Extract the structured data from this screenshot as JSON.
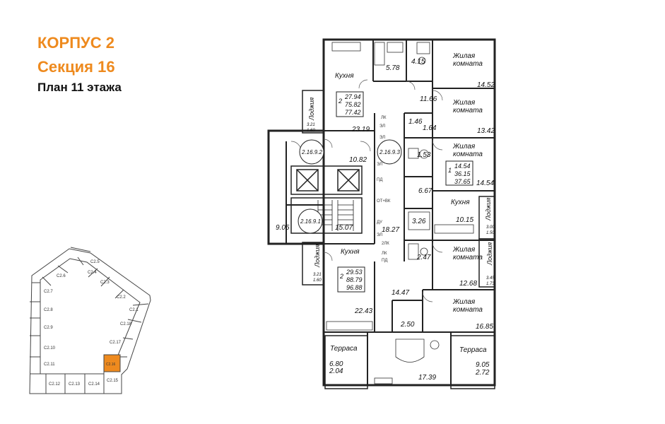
{
  "header": {
    "building": "КОРПУС 2",
    "section": "Секция 16",
    "plan": "План 11 этажа",
    "accent_color": "#ee8a1e"
  },
  "rooms": {
    "kitchen_top": "Кухня",
    "area_23_19": "23.19",
    "area_5_78": "5.78",
    "area_4_15": "4.15",
    "living_1": "Жилая комната",
    "area_14_52": "14.52",
    "area_11_66": "11.66",
    "living_2": "Жилая комната",
    "area_1_46": "1.46",
    "area_1_64": "1.64",
    "area_13_42": "13.42",
    "living_3": "Жилая комната",
    "area_1_53": "1.53",
    "area_14_54": "14.54",
    "area_6_67": "6.67",
    "kitchen_mid": "Кухня",
    "area_10_15": "10.15",
    "area_3_26": "3.26",
    "area_10_82": "10.82",
    "area_9_05_left": "9.05",
    "area_15_07": "15.07",
    "area_18_27": "18.27",
    "living_4": "Жилая комната",
    "area_2_47": "2.47",
    "area_12_68": "12.68",
    "kitchen_low": "Кухня",
    "area_22_43": "22.43",
    "area_14_47": "14.47",
    "area_2_50": "2.50",
    "living_5": "Жилая комната",
    "area_16_85": "16.85",
    "terrace_left": "Терраса",
    "terrace_left_a": "6.80",
    "terrace_left_b": "2.04",
    "area_17_39": "17.39",
    "terrace_right": "Терраса",
    "terrace_right_a": "9.05",
    "terrace_right_b": "2.72"
  },
  "loggias": {
    "label": "Лоджия",
    "l1_a": "3.21",
    "l1_b": "1.60",
    "l2_a": "3.00",
    "l2_b": "1.50",
    "l3_a": "3.21",
    "l3_b": "1.60",
    "l4_a": "3.45",
    "l4_b": "1.73"
  },
  "apartments": {
    "a1": {
      "rooms": "2",
      "v1": "27.94",
      "v2": "75.82",
      "v3": "77.42"
    },
    "a2": {
      "rooms": "1",
      "v1": "14.54",
      "v2": "36.15",
      "v3": "37.65"
    },
    "a3": {
      "rooms": "2",
      "v1": "29.53",
      "v2": "88.79",
      "v3": "96.88"
    }
  },
  "stair_marks": {
    "s1": "2.16.9.2",
    "s2": "2.16.9.3",
    "s3": "2.16.9.1"
  },
  "shaft_marks": [
    "ЛК",
    "ЭЛ",
    "ЭЛ",
    "ЭЛ",
    "ПД",
    "ОТ+ВК",
    "ДУ",
    "ЭЛ",
    "2ЛК",
    "ЛК",
    "ПД"
  ],
  "keyplan": {
    "sections": [
      "C2.1",
      "C2.2",
      "C2.3",
      "C2.4",
      "C2.5",
      "C2.6",
      "C2.7",
      "C2.8",
      "C2.9",
      "C2.10",
      "C2.11",
      "C2.12",
      "C2.13",
      "C2.14",
      "C2.15",
      "C2.16",
      "C2.17",
      "C2.18"
    ],
    "highlight": "C2.16",
    "highlight_color": "#ee8a1e"
  }
}
